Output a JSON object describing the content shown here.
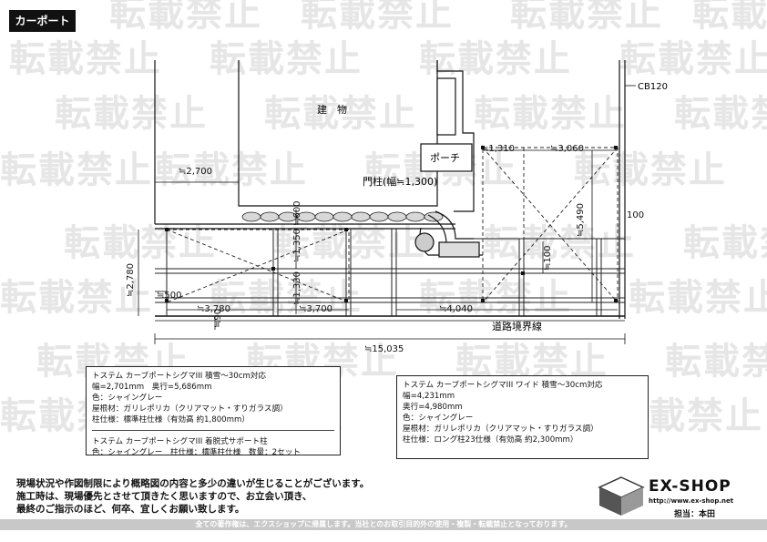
{
  "header": {
    "title": "カーポート"
  },
  "watermark": {
    "text": "転載禁止",
    "color": "#e6e6e6"
  },
  "plan": {
    "building_label": "建　物",
    "porch_label": "ポーチ",
    "gate_pillar_label": "門柱(幅≒1,300)",
    "road_boundary_label": "道路境界線",
    "cb_label": "CB120",
    "dims": {
      "d2700": "≒2,700",
      "d1310": "≒1,310",
      "d3060": "≒3,060",
      "d5490": "≒5,490",
      "d100_right": "100",
      "d100_mid": "≒100",
      "d600": "≒600",
      "d1350": "≒1,350",
      "d1330": "≒1,330",
      "d2780": "≒2,780",
      "d500": "≒500",
      "d3780": "≒3,780",
      "d3700": "≒3,700",
      "d4040": "≒4,040",
      "d90": "≒90",
      "d15035": "≒15,035"
    }
  },
  "spec_left": {
    "lines": [
      "トステム カーブポートシグマIII 積雪〜30cm対応",
      "幅=2,701mm　奥行=5,686mm",
      "色：シャイングレー",
      "屋根材：ガリレポリカ（クリアマット・すりガラス調）",
      "柱仕様：標準柱仕様（有効高 約1,800mm）"
    ],
    "lines2": [
      "トステム カーブポートシグマIII 着脱式サポート柱",
      "色：シャイングレー　柱仕様：標準柱仕様　数量：2セット"
    ]
  },
  "spec_right": {
    "lines": [
      "トステム カーブポートシグマIII ワイド 積雪〜30cm対応",
      "幅=4,231mm",
      "奥行=4,980mm",
      "色：シャイングレー",
      "屋根材：ガリレポリカ（クリアマット・すりガラス調）",
      "柱仕様：ロング柱23仕様（有効高 約2,300mm）"
    ]
  },
  "notes": {
    "lines": [
      "現場状況や作図制限により概略図の内容と多少の違いが生じることがございます。",
      "施工時は、現場優先とさせて頂きたく思いますので、お立会い頂き、",
      "最終のご指示のほど、何卒、宜しくお願い致します。"
    ]
  },
  "logo": {
    "brand": "EX-SHOP",
    "url": "http://www.ex-shop.net",
    "staff": "担当：本田"
  },
  "footer": {
    "text": "全ての著作権は、エクスショップに帰属します。当社とのお取引目的外の使用・複製・転載禁止となっております。",
    "bg_color": "#c8c8c8"
  }
}
